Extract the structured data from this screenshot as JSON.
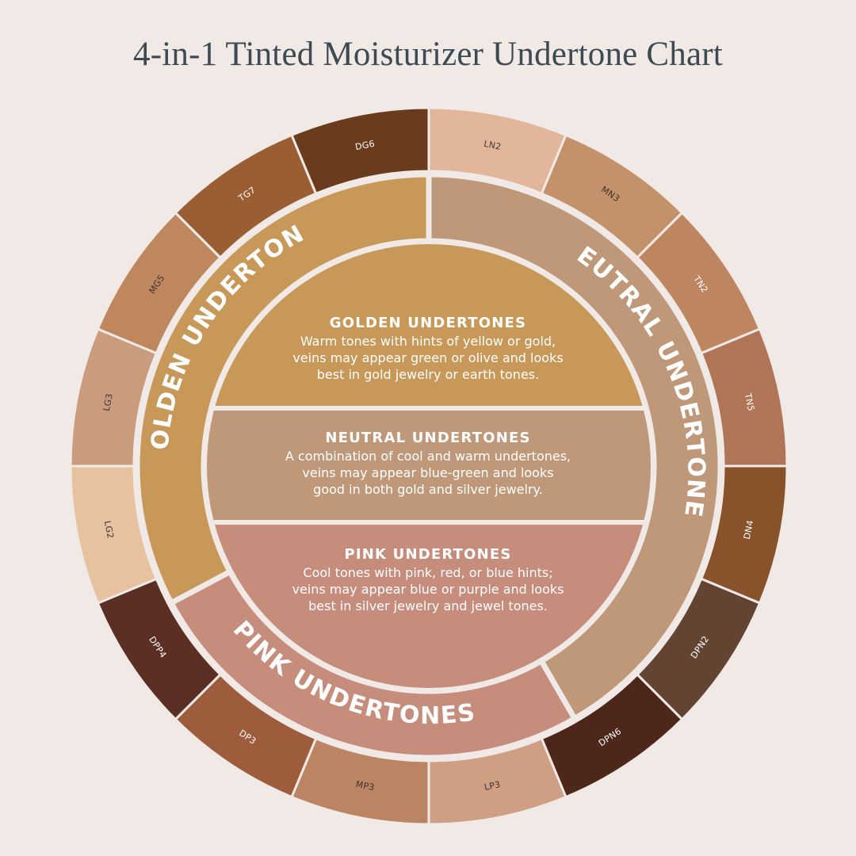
{
  "title": "4-in-1 Tinted Moisturizer Undertone Chart",
  "colors": {
    "background": "#f1e9e6",
    "title": "#3e4a52",
    "golden": "#c89858",
    "neutral": "#bf9879",
    "pink": "#c68c7c"
  },
  "swatches": [
    {
      "code": "LN2",
      "color": "#e1b69b",
      "label_color": "#4a3a33"
    },
    {
      "code": "MN3",
      "color": "#c3916a",
      "label_color": "#3e3430"
    },
    {
      "code": "TN2",
      "color": "#be8660",
      "label_color": "#ffffff"
    },
    {
      "code": "TN5",
      "color": "#b07456",
      "label_color": "#ffffff"
    },
    {
      "code": "DN4",
      "color": "#88522b",
      "label_color": "#ffffff"
    },
    {
      "code": "DPN2",
      "color": "#634332",
      "label_color": "#ffffff"
    },
    {
      "code": "DPN6",
      "color": "#4d271a",
      "label_color": "#ffffff"
    },
    {
      "code": "LP3",
      "color": "#cf9f83",
      "label_color": "#3e3430"
    },
    {
      "code": "MP3",
      "color": "#bb8463",
      "label_color": "#3e3430"
    },
    {
      "code": "DP3",
      "color": "#9d5c3b",
      "label_color": "#ffffff"
    },
    {
      "code": "DPP4",
      "color": "#5b2f23",
      "label_color": "#ffffff"
    },
    {
      "code": "LG2",
      "color": "#e6c2a1",
      "label_color": "#3e3430"
    },
    {
      "code": "LG3",
      "color": "#c99c7d",
      "label_color": "#3e3430"
    },
    {
      "code": "MG5",
      "color": "#be875e",
      "label_color": "#3e3430"
    },
    {
      "code": "TG7",
      "color": "#9b5e32",
      "label_color": "#ffffff"
    },
    {
      "code": "DG6",
      "color": "#6a3b1d",
      "label_color": "#ffffff"
    }
  ],
  "ring_labels": {
    "golden": "GOLDEN UNDERTONES",
    "neutral": "NEUTRAL UNDERTONES",
    "pink": "PINK UNDERTONES"
  },
  "panels": [
    {
      "heading": "GOLDEN UNDERTONES",
      "lines": [
        "Warm tones with hints of yellow or gold,",
        "veins may appear green or olive and looks",
        "best in gold jewelry or earth tones."
      ]
    },
    {
      "heading": "NEUTRAL UNDERTONES",
      "lines": [
        "A combination of cool and warm undertones,",
        "veins may appear blue-green and looks",
        "good in both gold and silver jewelry."
      ]
    },
    {
      "heading": "PINK UNDERTONES",
      "lines": [
        "Cool tones with pink, red, or blue hints;",
        "veins may appear blue or purple and looks",
        "best in silver jewelry and jewel tones."
      ]
    }
  ]
}
